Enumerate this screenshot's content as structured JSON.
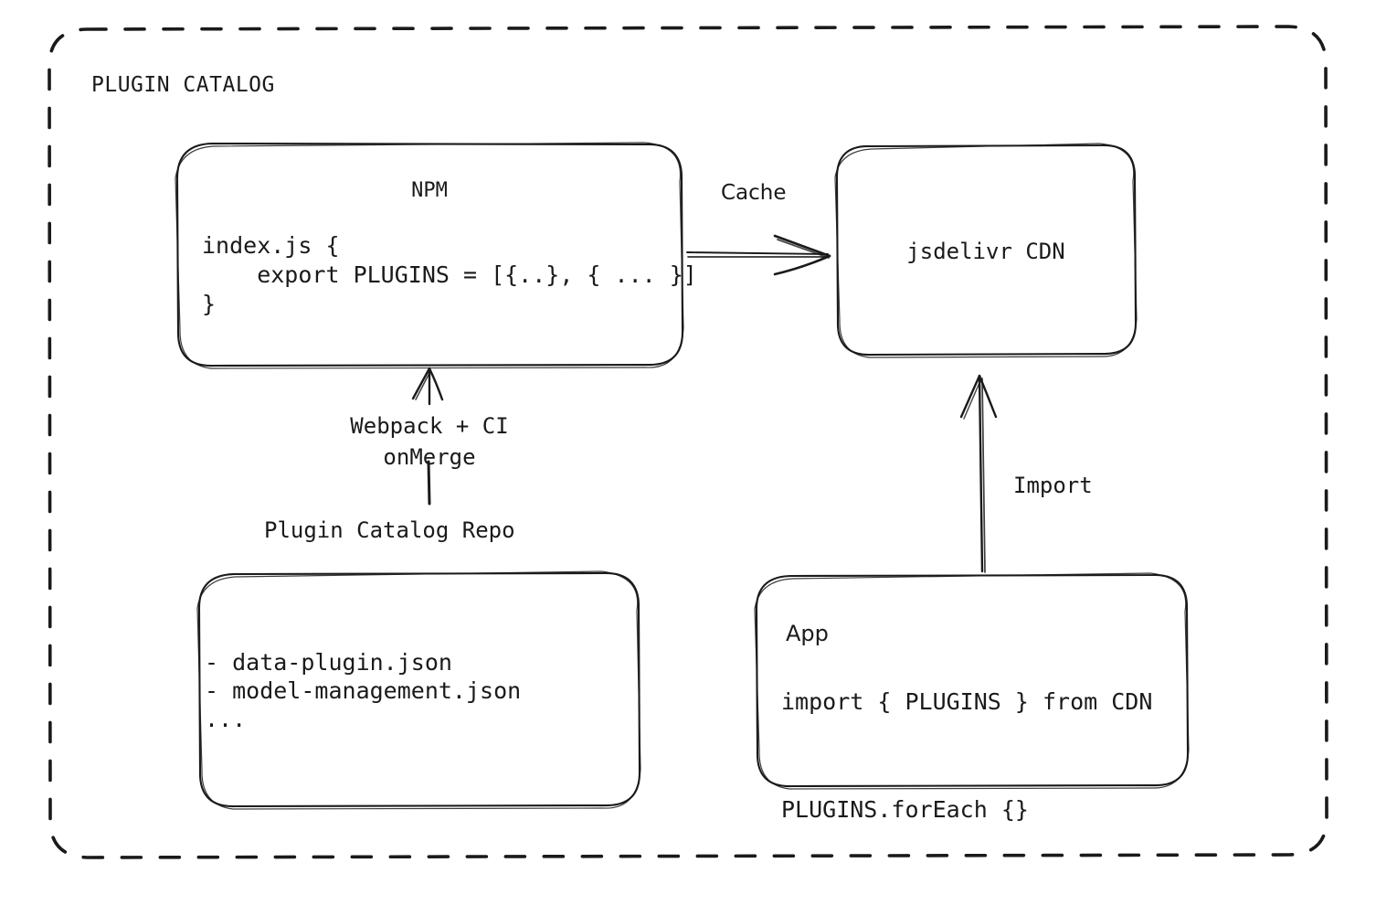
{
  "diagram": {
    "title": "PLUGIN CATALOG",
    "background_color": "#ffffff",
    "stroke_color": "#1a1a1a",
    "style": "hand-drawn sketch",
    "nodes": {
      "npm": {
        "title": "NPM",
        "code_lines": "index.js {\n    export PLUGINS = [{..}, { ... }]\n}"
      },
      "cdn": {
        "label": "jsdelivr CDN"
      },
      "repo": {
        "caption": "Plugin Catalog Repo",
        "items": "- data-plugin.json\n- model-management.json\n..."
      },
      "app": {
        "title": "App",
        "code_lines": "import { PLUGINS } from CDN\n\nPLUGINS.forEach {}"
      }
    },
    "edges": {
      "npm_to_cdn": {
        "label": "Cache"
      },
      "repo_to_npm": {
        "label": "Webpack + CI\nonMerge"
      },
      "app_to_cdn": {
        "label": "Import"
      }
    }
  }
}
